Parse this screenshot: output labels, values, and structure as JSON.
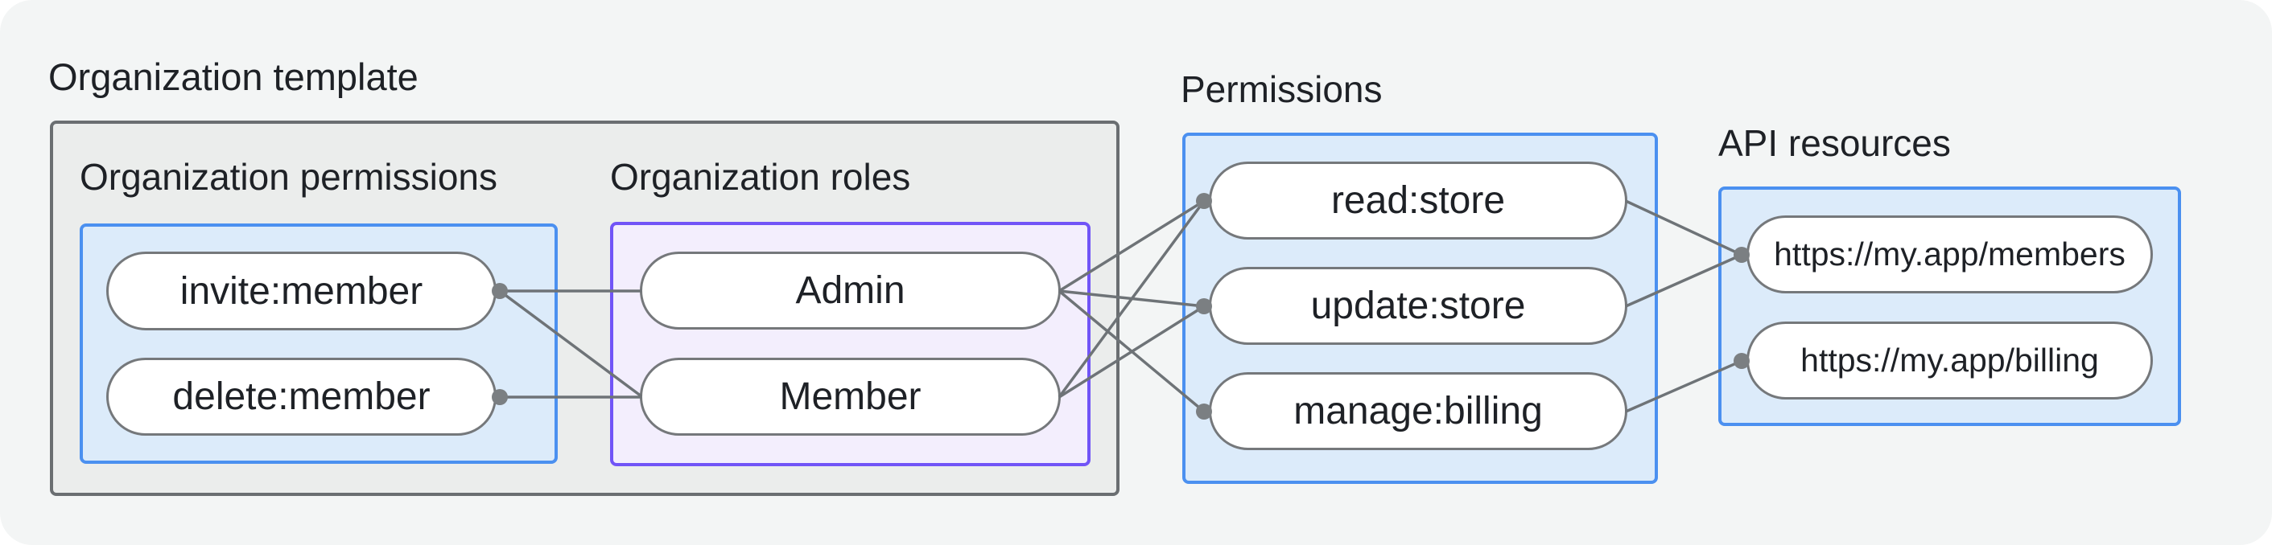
{
  "colors": {
    "canvas_background": "#f3f5f5",
    "container_fill": "#ebedec",
    "container_border": "#6a6e71",
    "blue_fill": "#dcebfa",
    "blue_border": "#4b90f0",
    "purple_fill": "#f3eefd",
    "purple_border": "#7154f7",
    "pill_fill": "#ffffff",
    "pill_border": "#75787b",
    "edge_line": "#6e7377",
    "connection_dot": "#7b7f82",
    "text": "#1e2126"
  },
  "organization_template": {
    "label": "Organization template",
    "organization_permissions": {
      "label": "Organization permissions",
      "nodes": [
        {
          "label": "invite:member"
        },
        {
          "label": "delete:member"
        }
      ]
    },
    "organization_roles": {
      "label": "Organization roles",
      "nodes": [
        {
          "label": "Admin"
        },
        {
          "label": "Member"
        }
      ]
    }
  },
  "permissions": {
    "label": "Permissions",
    "nodes": [
      {
        "label": "read:store"
      },
      {
        "label": "update:store"
      },
      {
        "label": "manage:billing"
      }
    ]
  },
  "api_resources": {
    "label": "API resources",
    "nodes": [
      {
        "label": "https://my.app/members"
      },
      {
        "label": "https://my.app/billing"
      }
    ]
  },
  "edges": [
    {
      "from": "invite:member",
      "to": "Admin"
    },
    {
      "from": "invite:member",
      "to": "Member"
    },
    {
      "from": "delete:member",
      "to": "Member"
    },
    {
      "from": "Admin",
      "to": "read:store"
    },
    {
      "from": "Admin",
      "to": "update:store"
    },
    {
      "from": "Admin",
      "to": "manage:billing"
    },
    {
      "from": "Member",
      "to": "read:store"
    },
    {
      "from": "Member",
      "to": "update:store"
    },
    {
      "from": "read:store",
      "to": "https://my.app/members"
    },
    {
      "from": "update:store",
      "to": "https://my.app/members"
    },
    {
      "from": "manage:billing",
      "to": "https://my.app/billing"
    }
  ]
}
